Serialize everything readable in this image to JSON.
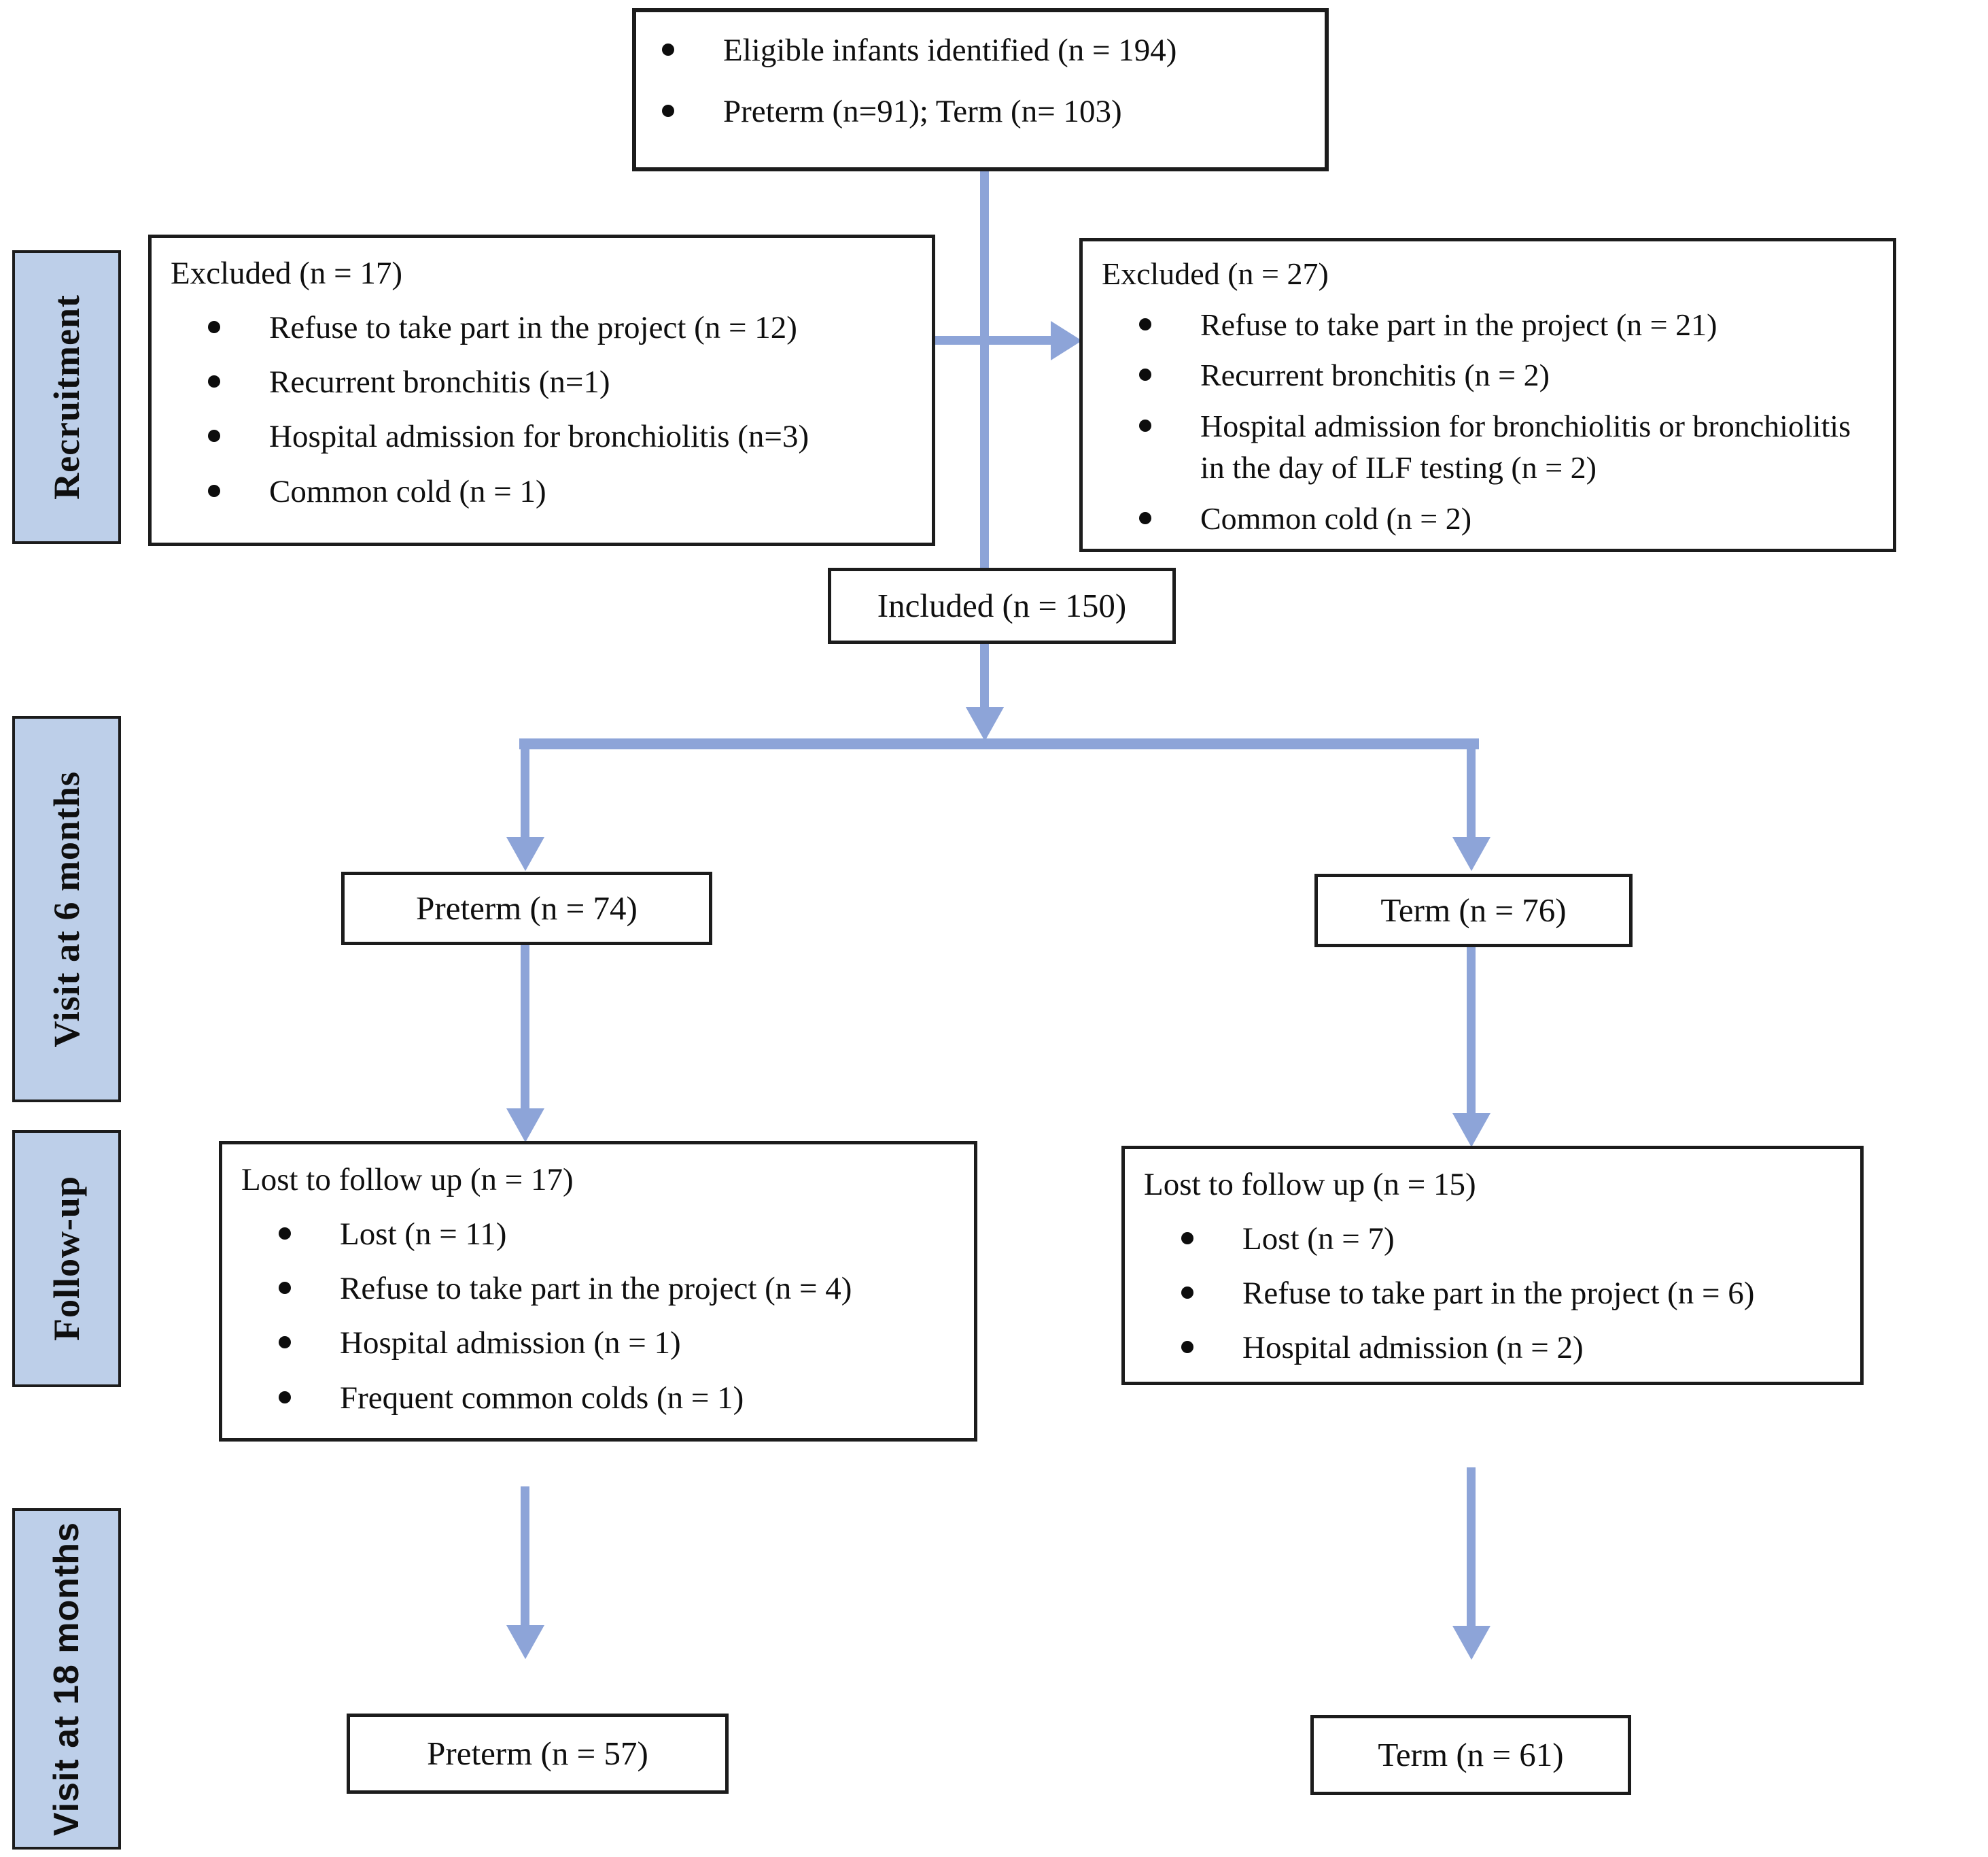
{
  "colors": {
    "arrow": "#8da4d8",
    "sidebar_fill": "#bdcfe9",
    "box_border": "#1c1c1c",
    "text": "#0f0f0f"
  },
  "sidebar": {
    "labels": [
      "Recruitment",
      "Visit at 6 months",
      "Follow-up",
      "Visit at 18 months"
    ]
  },
  "flow": {
    "top_box": {
      "bullets": [
        "Eligible infants identified (n = 194)",
        "Preterm (n=91); Term (n= 103)"
      ]
    },
    "excluded_left": {
      "title": "Excluded (n = 17)",
      "bullets": [
        "Refuse to take part in the project (n = 12)",
        "Recurrent bronchitis (n=1)",
        "Hospital admission for bronchiolitis (n=3)",
        "Common cold (n = 1)"
      ]
    },
    "excluded_right": {
      "title": "Excluded (n = 27)",
      "bullets": [
        "Refuse to take part in the project (n = 21)",
        "Recurrent bronchitis (n = 2)",
        "Hospital admission for bronchiolitis or bronchiolitis in the day of ILF testing (n = 2)",
        "Common cold (n = 2)"
      ]
    },
    "included": {
      "label": "Included (n = 150)"
    },
    "preterm_6mo": {
      "label": "Preterm (n = 74)"
    },
    "term_6mo": {
      "label": "Term (n = 76)"
    },
    "lost_left": {
      "title": "Lost to follow up (n = 17)",
      "bullets": [
        "Lost (n = 11)",
        "Refuse to take part in the project (n = 4)",
        "Hospital admission (n = 1)",
        "Frequent common colds (n = 1)"
      ]
    },
    "lost_right": {
      "title": "Lost to follow up (n = 15)",
      "bullets": [
        "Lost (n = 7)",
        "Refuse to take part in the project (n = 6)",
        "Hospital admission (n = 2)"
      ]
    },
    "preterm_18mo": {
      "label": "Preterm (n = 57)"
    },
    "term_18mo": {
      "label": "Term (n = 61)"
    }
  }
}
